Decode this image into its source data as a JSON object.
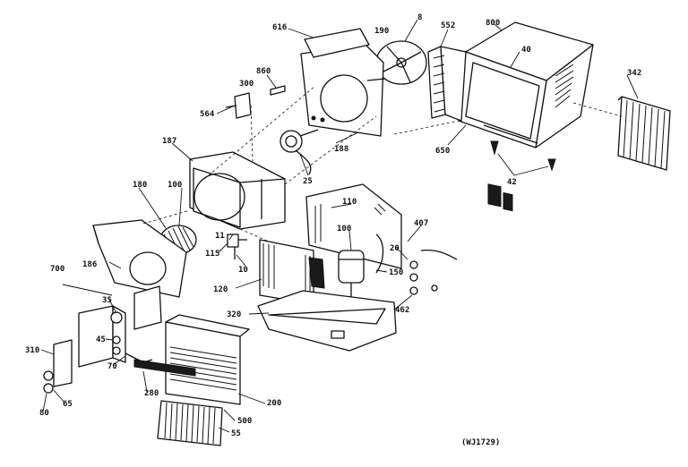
{
  "diagram_code": "(WJ1729)",
  "callouts": [
    {
      "id": "c8",
      "text": "8"
    },
    {
      "id": "c552",
      "text": "552"
    },
    {
      "id": "c800",
      "text": "800"
    },
    {
      "id": "c616",
      "text": "616"
    },
    {
      "id": "c190",
      "text": "190"
    },
    {
      "id": "c40",
      "text": "40"
    },
    {
      "id": "c342",
      "text": "342"
    },
    {
      "id": "c860",
      "text": "860"
    },
    {
      "id": "c300",
      "text": "300"
    },
    {
      "id": "c564",
      "text": "564"
    },
    {
      "id": "c188",
      "text": "188"
    },
    {
      "id": "c650",
      "text": "650"
    },
    {
      "id": "c187",
      "text": "187"
    },
    {
      "id": "c25",
      "text": "25"
    },
    {
      "id": "c42",
      "text": "42"
    },
    {
      "id": "c180",
      "text": "180"
    },
    {
      "id": "c100",
      "text": "100"
    },
    {
      "id": "c110",
      "text": "110"
    },
    {
      "id": "c407",
      "text": "407"
    },
    {
      "id": "c11",
      "text": "11"
    },
    {
      "id": "c115",
      "text": "115"
    },
    {
      "id": "c10",
      "text": "10"
    },
    {
      "id": "c100b",
      "text": "100"
    },
    {
      "id": "c20",
      "text": "20"
    },
    {
      "id": "c186",
      "text": "186"
    },
    {
      "id": "c150",
      "text": "150"
    },
    {
      "id": "c700",
      "text": "700"
    },
    {
      "id": "c120",
      "text": "120"
    },
    {
      "id": "c35",
      "text": "35"
    },
    {
      "id": "c462",
      "text": "462"
    },
    {
      "id": "c320",
      "text": "320"
    },
    {
      "id": "c45",
      "text": "45"
    },
    {
      "id": "c310",
      "text": "310"
    },
    {
      "id": "c70",
      "text": "70"
    },
    {
      "id": "c280",
      "text": "280"
    },
    {
      "id": "c200",
      "text": "200"
    },
    {
      "id": "c65",
      "text": "65"
    },
    {
      "id": "c80",
      "text": "80"
    },
    {
      "id": "c500",
      "text": "500"
    },
    {
      "id": "c55",
      "text": "55"
    }
  ]
}
